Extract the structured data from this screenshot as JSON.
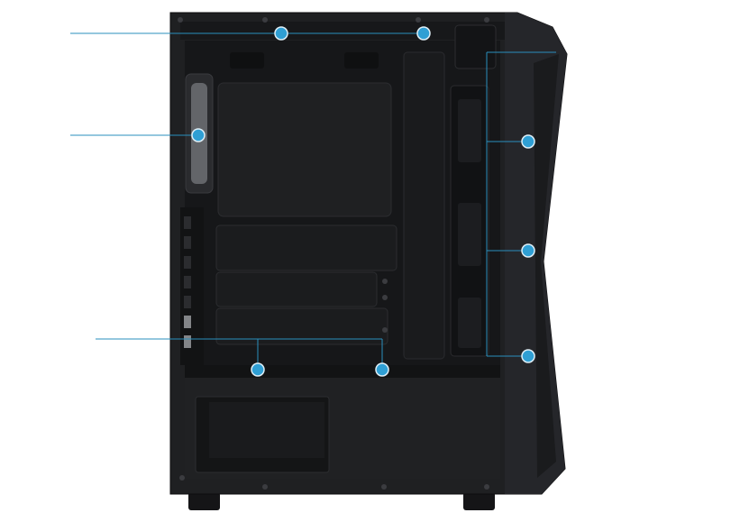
{
  "colors": {
    "background": "#ffffff",
    "case_body": "#1d1e20",
    "case_frame": "#232427",
    "case_inner": "#141416",
    "psu_shroud": "#202123",
    "callout": "#2a8fbd",
    "callout_fill": "#2f9fd4"
  },
  "callouts": [
    {
      "id": "top-fan-mounts",
      "count": 2
    },
    {
      "id": "rear-fan-mount",
      "count": 1
    },
    {
      "id": "shroud-fan-mounts",
      "count": 2
    },
    {
      "id": "front-fan-mounts",
      "count": 3
    }
  ]
}
